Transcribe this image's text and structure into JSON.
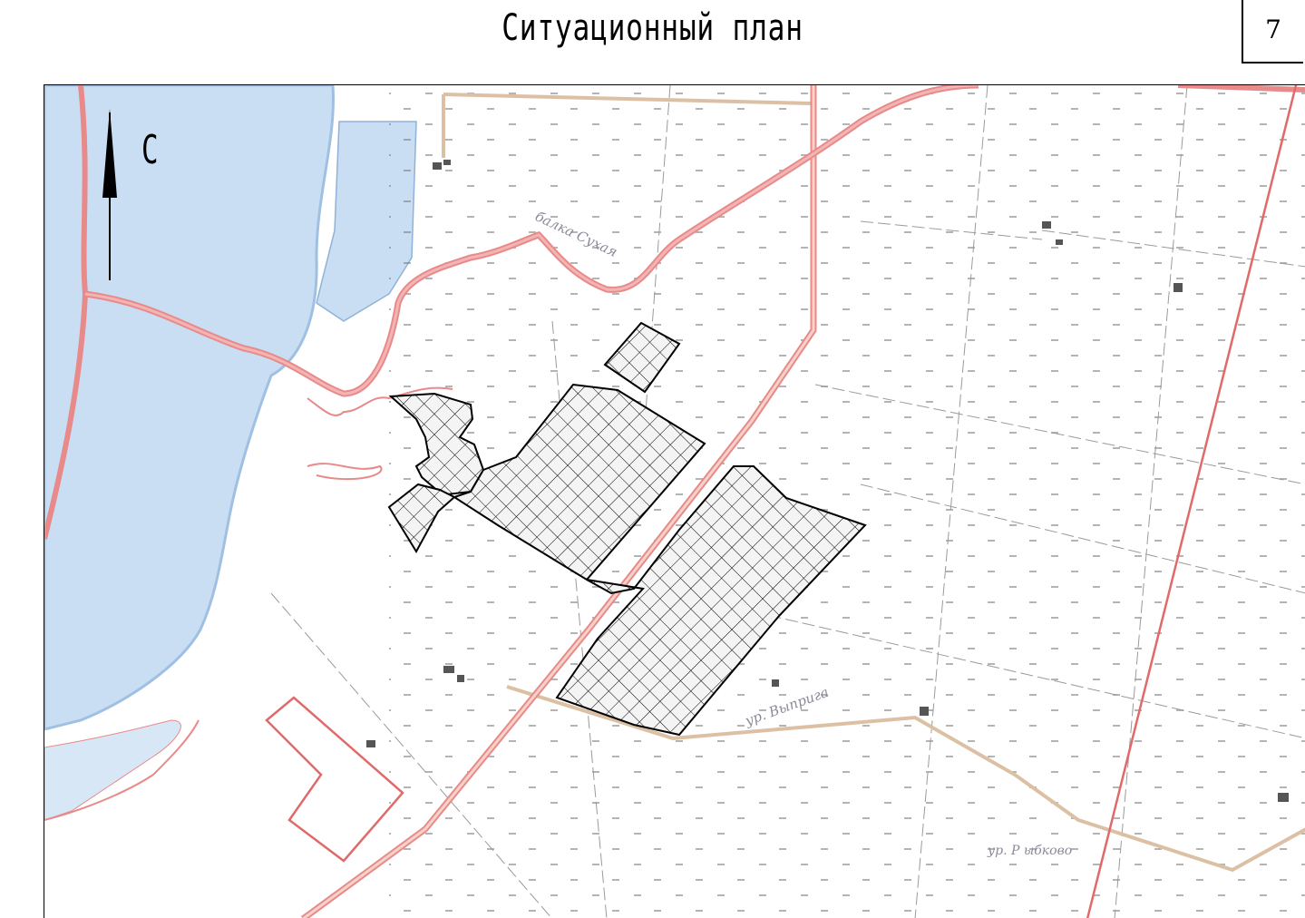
{
  "header": {
    "title": "Ситуационный план",
    "page_number": "7"
  },
  "map": {
    "north_label": "С",
    "place_labels": {
      "balka": "балка Сухая",
      "vypriga": "ур. Выприга",
      "rybkovo": "ур. Р ыбково"
    },
    "colors": {
      "water": "#c9def3",
      "water_edge": "#9fc0e3",
      "road": "#e88a8a",
      "dirt_road": "#dcc0a4",
      "boundary_red": "#e06a6a",
      "hatch": "#000000"
    }
  }
}
